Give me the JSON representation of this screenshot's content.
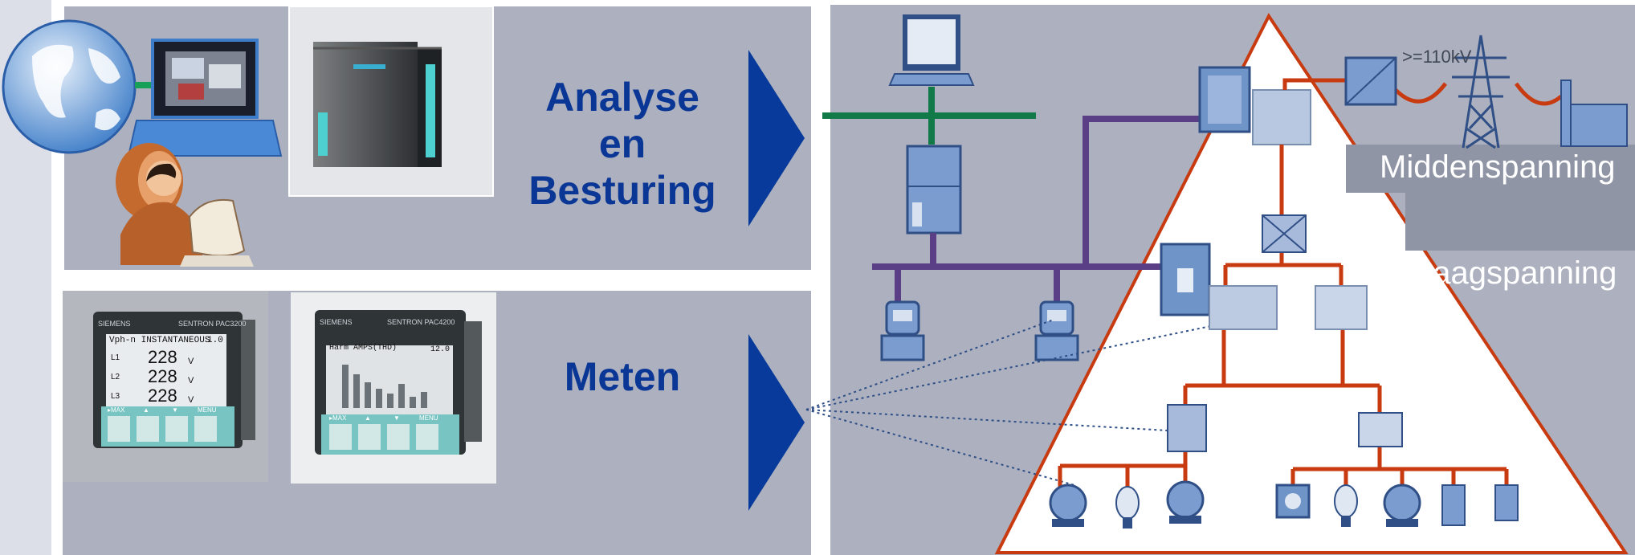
{
  "labels": {
    "analyse_line1": "Analyse",
    "analyse_line2": "en",
    "analyse_line3": "Besturing",
    "meten": "Meten",
    "middenspanning": "Middenspanning",
    "laagspanning": "Laagspanning",
    "voltage": ">=110kV"
  },
  "meters": {
    "pac3200": {
      "brand": "SIEMENS",
      "model": "SENTRON PAC3200",
      "header": "Vph-n INSTANTANEOUS",
      "page": "1.0",
      "l1_label": "L1",
      "l2_label": "L2",
      "l3_label": "L3",
      "value1": "228",
      "value2": "228",
      "value3": "228",
      "unit": "V",
      "soft_left": "▸MAX",
      "soft_up": "▲",
      "soft_down": "▼",
      "soft_menu": "MENU"
    },
    "pac4200": {
      "brand": "SIEMENS",
      "model": "SENTRON PAC4200",
      "header": "Harm AMPS(THD)",
      "page": "12.0",
      "soft_left": "▸MAX",
      "soft_up": "▲",
      "soft_down": "▼",
      "soft_menu": "MENU"
    }
  },
  "colors": {
    "panel": "#adb1bf",
    "arrow": "#073a9a",
    "label": "#0a3796",
    "ethernet_bus": "#127a48",
    "fieldbus": "#5a3f86",
    "power_lines": "#c83a10",
    "device_fill": "#7a9ccf",
    "device_stroke": "#2f4f86"
  },
  "icons": [
    "globe-icon",
    "laptop-icon",
    "user-icon",
    "plc-icon",
    "power-meter-icon",
    "computer-icon",
    "controller-icon",
    "transmitter-icon",
    "transformer-icon",
    "pylon-icon",
    "factory-icon",
    "circuit-breaker-icon",
    "motor-icon",
    "lamp-icon",
    "socket-icon"
  ]
}
